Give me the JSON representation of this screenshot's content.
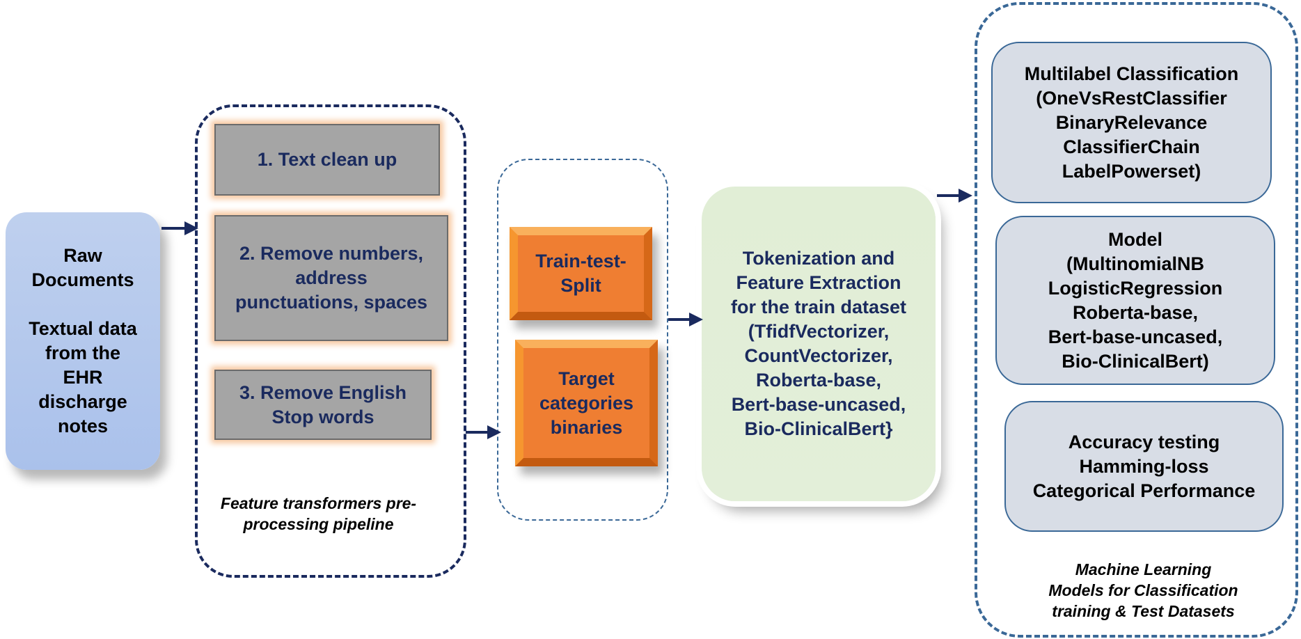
{
  "raw_documents": {
    "title_lines": [
      "Raw",
      "Documents"
    ],
    "body_lines": [
      "Textual data",
      "from the",
      "EHR",
      "discharge",
      "notes"
    ]
  },
  "preprocessing": {
    "steps": [
      {
        "lines": [
          "1. Text clean up"
        ]
      },
      {
        "lines": [
          "2. Remove numbers,",
          "address",
          "punctuations, spaces"
        ]
      },
      {
        "lines": [
          "3. Remove English",
          "Stop words"
        ]
      }
    ],
    "caption_lines": [
      "Feature transformers pre-",
      "processing pipeline"
    ]
  },
  "split": {
    "boxes": [
      {
        "lines": [
          "Train-test-",
          "Split"
        ]
      },
      {
        "lines": [
          "Target",
          "categories",
          "binaries"
        ]
      }
    ]
  },
  "tokenization": {
    "lines": [
      "Tokenization and",
      "Feature Extraction",
      "for the train dataset",
      "(TfidfVectorizer,",
      "CountVectorizer,",
      "Roberta-base,",
      "Bert-base-uncased,",
      "Bio-ClinicalBert}"
    ]
  },
  "ml": {
    "boxes": [
      {
        "lines": [
          "Multilabel Classification",
          "(OneVsRestClassifier",
          "BinaryRelevance",
          "ClassifierChain",
          "LabelPowerset)"
        ]
      },
      {
        "lines": [
          "Model",
          "(MultinomialNB",
          "LogisticRegression",
          "Roberta-base,",
          "Bert-base-uncased,",
          "Bio-ClinicalBert)"
        ]
      },
      {
        "lines": [
          "Accuracy testing",
          "Hamming-loss",
          "Categorical Performance"
        ]
      }
    ],
    "caption_lines": [
      "Machine Learning",
      "Models for Classification",
      "training & Test Datasets"
    ]
  },
  "colors": {
    "navy_text": "#1a2a5e",
    "arrow": "#1a2a5e",
    "raw_fill": "#aac1eb",
    "step_fill": "#a5a5a5",
    "orange_fill": "#ef7e32",
    "token_fill": "#e2eed8",
    "ml_fill": "#d8dde6",
    "ml_border": "#3a6897"
  }
}
